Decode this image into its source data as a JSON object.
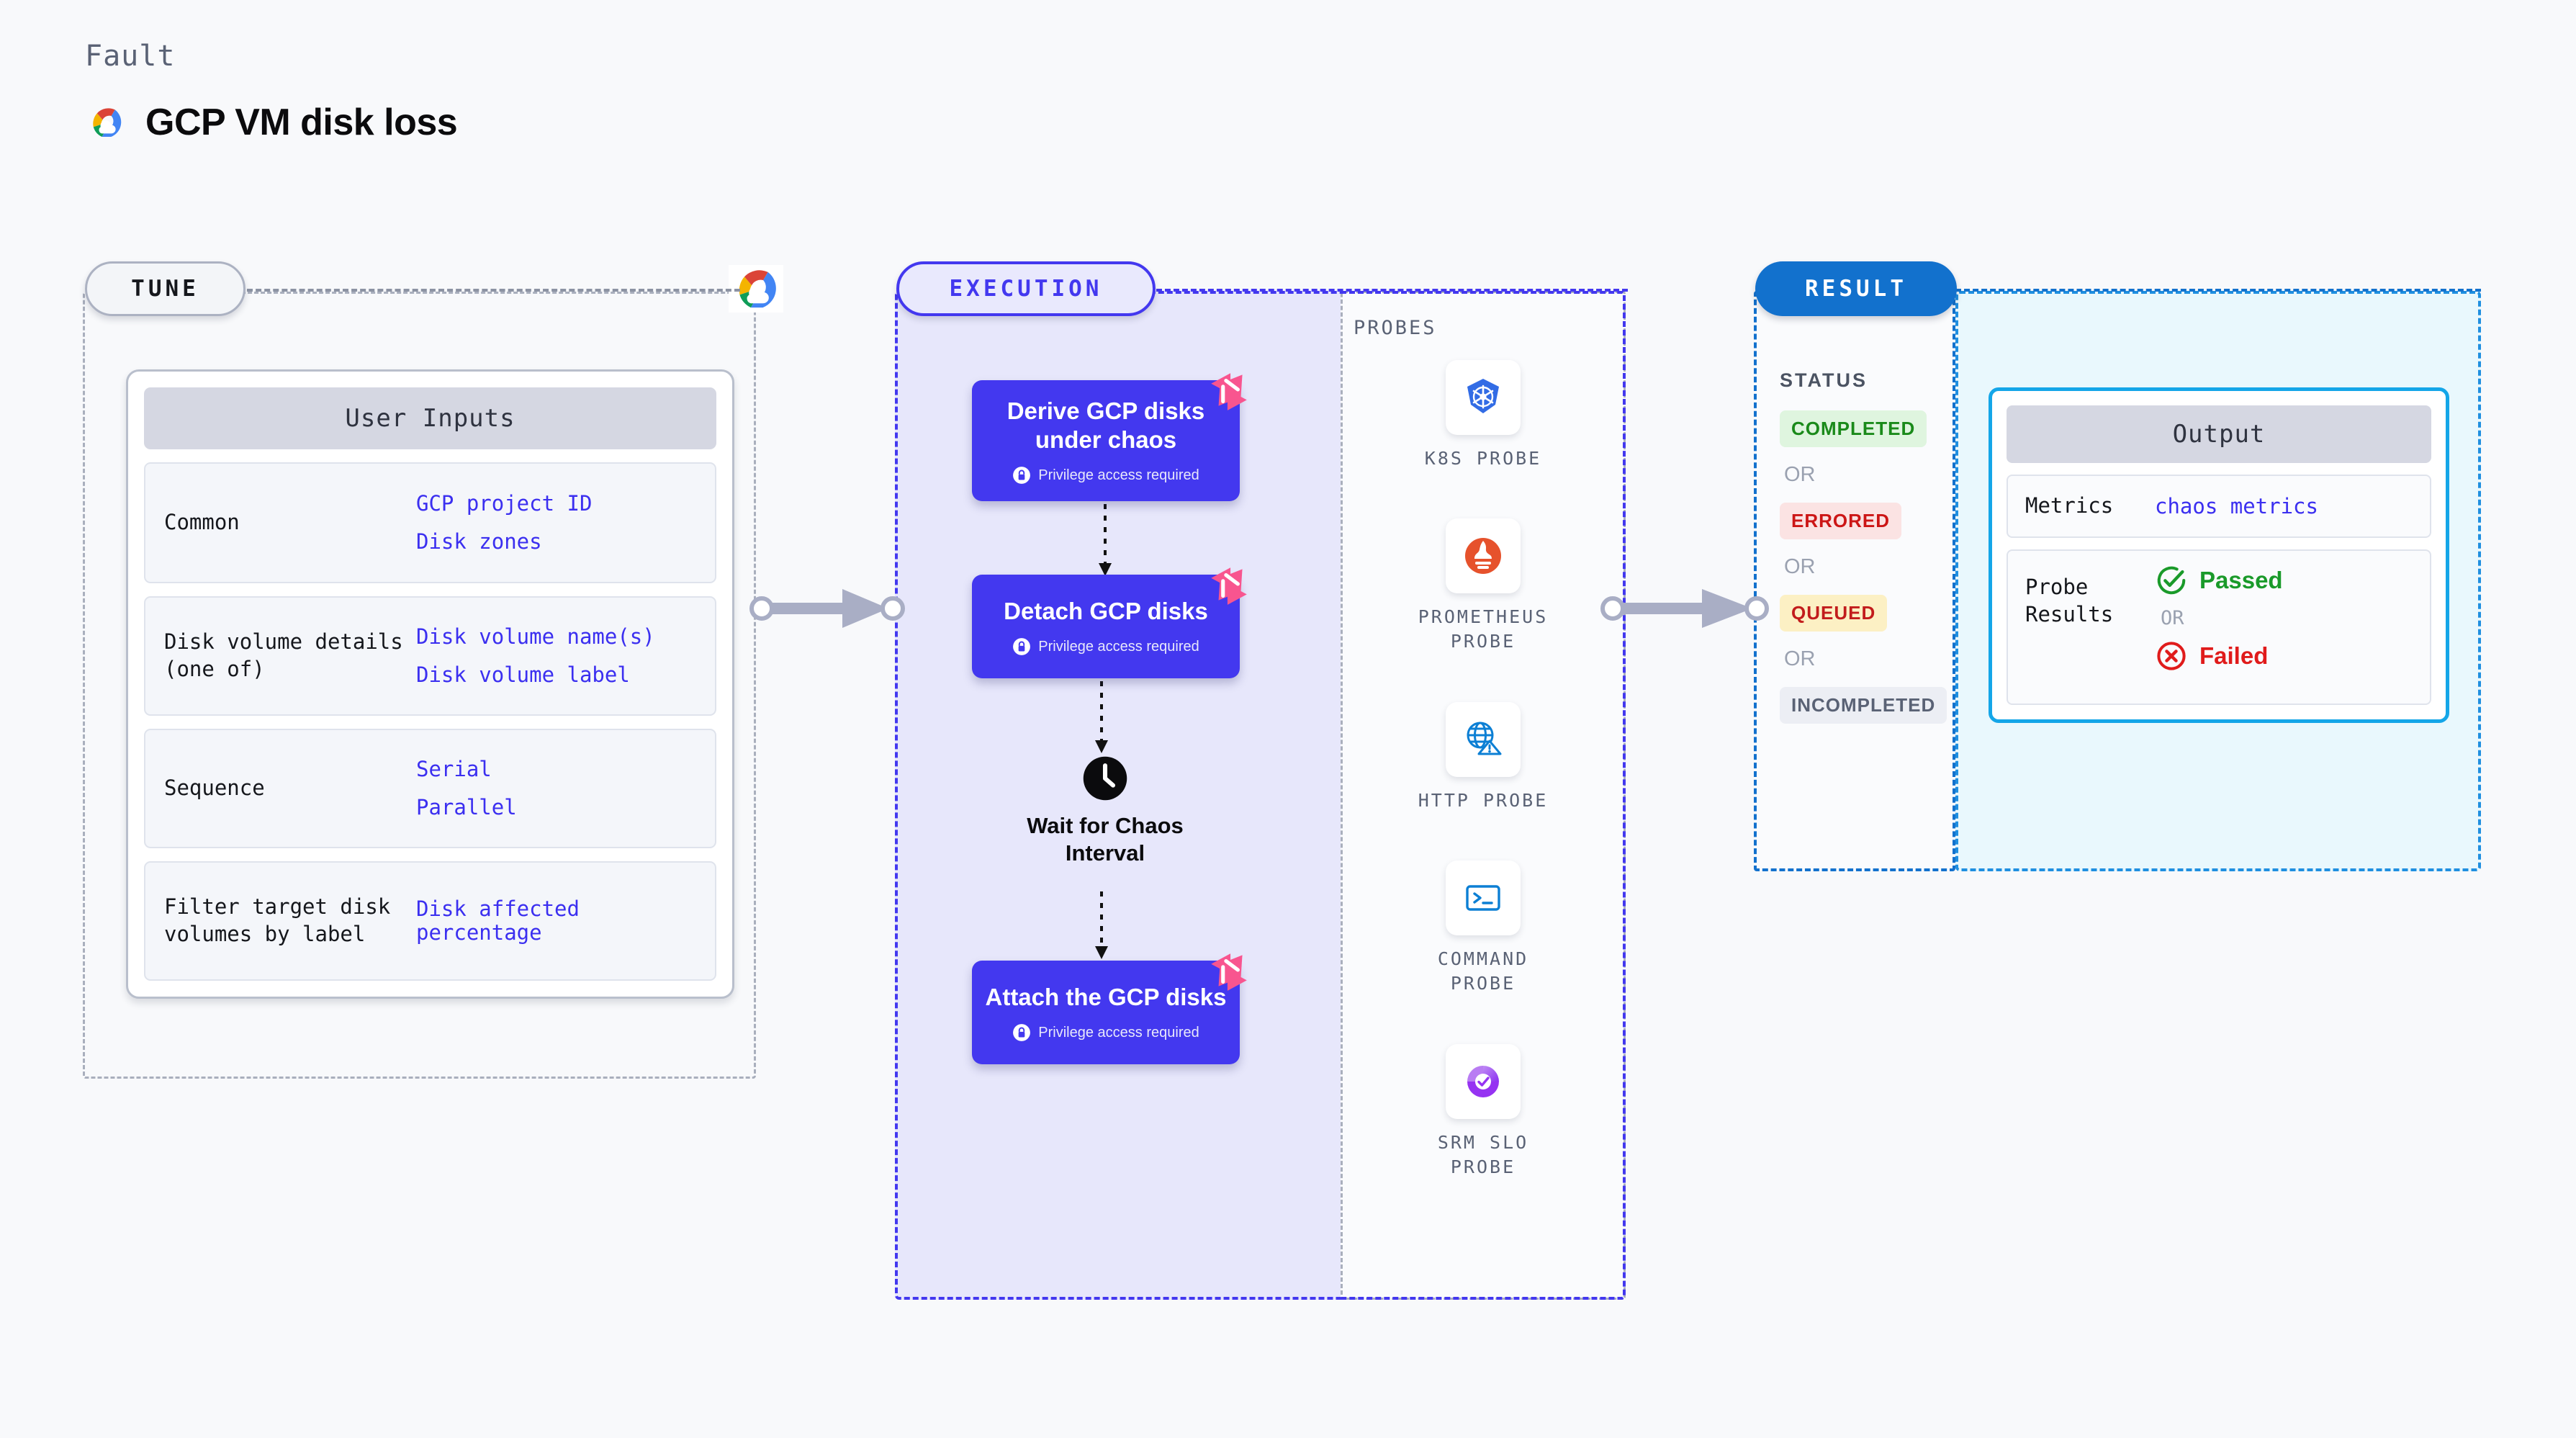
{
  "header": {
    "eyebrow": "Fault",
    "title": "GCP VM disk loss",
    "logo_icon": "gcp-logo-icon"
  },
  "tune": {
    "badge": "TUNE",
    "logo_icon": "gcp-logo-icon",
    "card": {
      "head": "User Inputs",
      "rows": [
        {
          "key": "Common",
          "values": [
            "GCP project ID",
            "Disk zones"
          ]
        },
        {
          "key": "Disk volume details (one of)",
          "values": [
            "Disk volume name(s)",
            "Disk volume label"
          ]
        },
        {
          "key": "Sequence",
          "values": [
            "Serial",
            "Parallel"
          ]
        },
        {
          "key": "Filter target disk volumes by label",
          "values": [
            "Disk affected percentage"
          ]
        }
      ]
    }
  },
  "execution": {
    "badge": "EXECUTION",
    "privilege_note": "Privilege access required",
    "steps": [
      {
        "title": "Derive GCP disks under chaos",
        "privileged": true,
        "chaos_badge": true
      },
      {
        "title": "Detach GCP disks",
        "privileged": true,
        "chaos_badge": true
      },
      {
        "title": "Attach the GCP disks",
        "privileged": true,
        "chaos_badge": true
      }
    ],
    "wait": {
      "label": "Wait for Chaos Interval",
      "icon": "clock-icon"
    }
  },
  "probes": {
    "title": "PROBES",
    "items": [
      {
        "label": "K8S PROBE",
        "icon": "kubernetes-icon"
      },
      {
        "label": "PROMETHEUS PROBE",
        "icon": "prometheus-icon"
      },
      {
        "label": "HTTP PROBE",
        "icon": "http-globe-icon"
      },
      {
        "label": "COMMAND PROBE",
        "icon": "terminal-icon"
      },
      {
        "label": "SRM SLO PROBE",
        "icon": "srm-slo-icon"
      }
    ]
  },
  "result": {
    "badge": "RESULT",
    "status_title": "STATUS",
    "or_label": "OR",
    "statuses": [
      {
        "label": "COMPLETED",
        "kind": "completed"
      },
      {
        "label": "ERRORED",
        "kind": "errored"
      },
      {
        "label": "QUEUED",
        "kind": "queued"
      },
      {
        "label": "INCOMPLETED",
        "kind": "incomplete"
      }
    ],
    "output": {
      "head": "Output",
      "metrics_key": "Metrics",
      "metrics_value": "chaos metrics",
      "probe_results_key": "Probe Results",
      "passed_label": "Passed",
      "failed_label": "Failed",
      "or_label": "OR",
      "passed_icon": "check-circle-icon",
      "failed_icon": "x-circle-icon"
    }
  },
  "colors": {
    "execution_accent": "#4338ef",
    "result_accent": "#1271cd",
    "output_accent": "#14a6e8",
    "value_text": "#3b2ff0",
    "chaos_badge": "#f8558f"
  }
}
